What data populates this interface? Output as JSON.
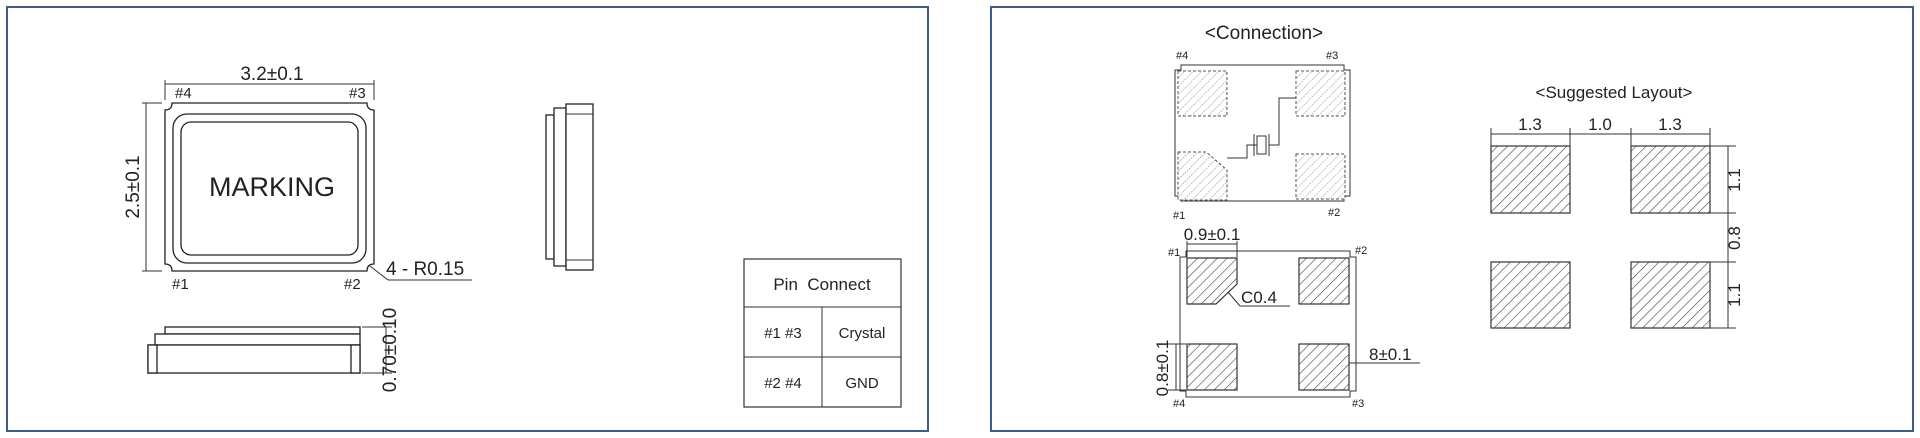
{
  "left_panel": {
    "top_view": {
      "width_dim": "3.2±0.1",
      "height_dim": "2.5±0.1",
      "marking": "MARKING",
      "pin_4": "#4",
      "pin_3": "#3",
      "pin_1": "#1",
      "pin_2": "#2",
      "radius_note": "4 - R0.15"
    },
    "side_view": {
      "thickness_dim": "0.70±0.10"
    },
    "pin_table": {
      "header": "Pin  Connect",
      "rows": [
        {
          "pins": "#1 #3",
          "function": "Crystal"
        },
        {
          "pins": "#2 #4",
          "function": "GND"
        }
      ]
    }
  },
  "right_panel": {
    "connection": {
      "title": "<Connection>",
      "pin_4": "#4",
      "pin_3": "#3",
      "pin_1": "#1",
      "pin_2": "#2"
    },
    "bottom_view": {
      "pin_1": "#1",
      "pin_2": "#2",
      "pin_4": "#4",
      "pin_3": "#3",
      "pad_width_dim": "0.9±0.1",
      "chamfer": "C0.4",
      "pad_height_dim": "0.8±0.1",
      "pad_offset_dim": "8±0.1"
    },
    "suggested_layout": {
      "title": "<Suggested Layout>",
      "dim_left": "1.3",
      "dim_gap": "1.0",
      "dim_right": "1.3",
      "dim_top_pad": "1.1",
      "dim_gap_v": "0.8",
      "dim_bottom_pad": "1.1"
    }
  }
}
